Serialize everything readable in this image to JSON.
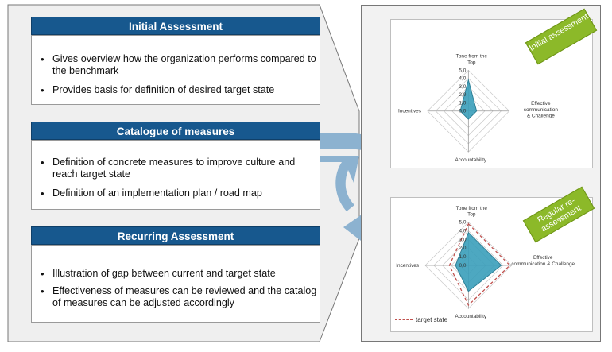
{
  "sections": [
    {
      "title": "Initial Assessment",
      "bullets": [
        "Gives overview how the organization performs compared to the benchmark",
        "Provides basis for definition of desired target state"
      ]
    },
    {
      "title": "Catalogue of measures",
      "bullets": [
        "Definition of concrete measures to improve culture and reach target state",
        "Definition of an implementation plan / road map"
      ]
    },
    {
      "title": "Recurring Assessment",
      "bullets": [
        "Illustration of gap between current and target state",
        "Effectiveness of measures can be reviewed and the catalog of measures can be adjusted accordingly"
      ]
    }
  ],
  "badges": {
    "initial": "Initial assessment",
    "regular": "Regular re-assessment"
  },
  "legend": {
    "target_label": "target state"
  },
  "colors": {
    "header_blue": "#17588e",
    "cycle_arrow": "#8cb2d0",
    "badge_green": "#8cb929",
    "radar_fill": "#3a9fba",
    "target_line": "#c0504d"
  },
  "chart_data": [
    {
      "type": "radar",
      "axes": [
        "Tone from the Top",
        "Effective communication & Challenge",
        "Accountability",
        "Incentives"
      ],
      "ticks": [
        "0,0",
        "1,0",
        "2,0",
        "3,0",
        "4,0",
        "5,0"
      ],
      "range": [
        0,
        5
      ],
      "series": [
        {
          "values": [
            3.8,
            1.0,
            1.0,
            1.0
          ]
        }
      ]
    },
    {
      "type": "radar",
      "axes": [
        "Tone from the Top",
        "Effective communication & Challenge",
        "Accountability",
        "Incentives"
      ],
      "ticks": [
        "0,0",
        "1,0",
        "2,0",
        "3,0",
        "4,0",
        "5,0"
      ],
      "range": [
        0,
        5
      ],
      "series": [
        {
          "values": [
            3.8,
            3.8,
            3.0,
            1.5
          ]
        },
        {
          "name": "target state",
          "values": [
            4.8,
            4.8,
            4.6,
            2.2
          ],
          "dashed": true
        }
      ]
    }
  ]
}
